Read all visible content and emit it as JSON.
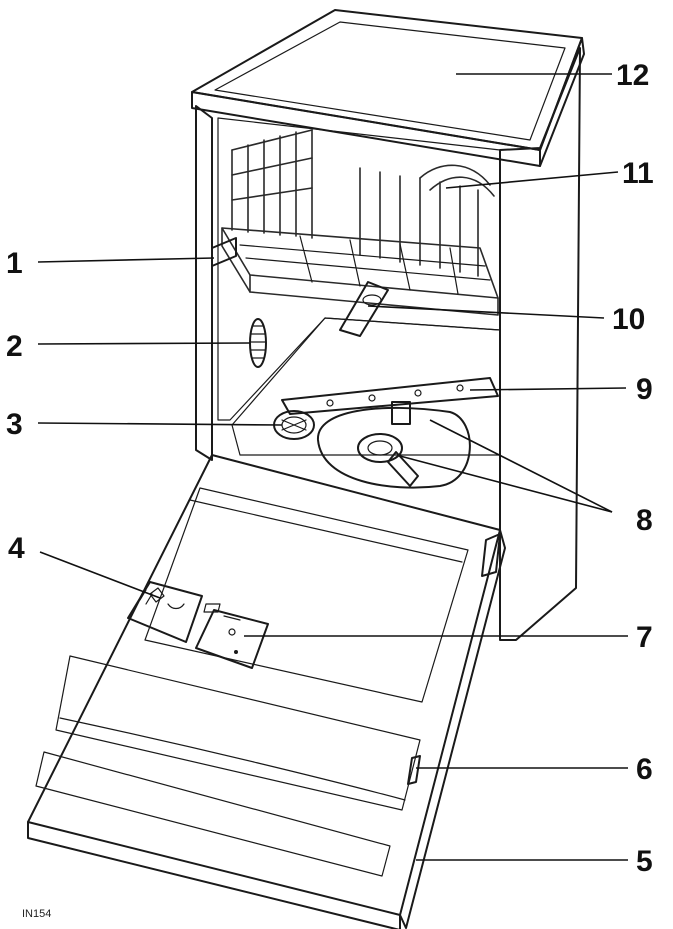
{
  "diagram": {
    "figure_code": "IN154",
    "callouts": [
      {
        "label": "1"
      },
      {
        "label": "2"
      },
      {
        "label": "3"
      },
      {
        "label": "4"
      },
      {
        "label": "5"
      },
      {
        "label": "6"
      },
      {
        "label": "7"
      },
      {
        "label": "8"
      },
      {
        "label": "9"
      },
      {
        "label": "10"
      },
      {
        "label": "11"
      },
      {
        "label": "12"
      }
    ]
  }
}
